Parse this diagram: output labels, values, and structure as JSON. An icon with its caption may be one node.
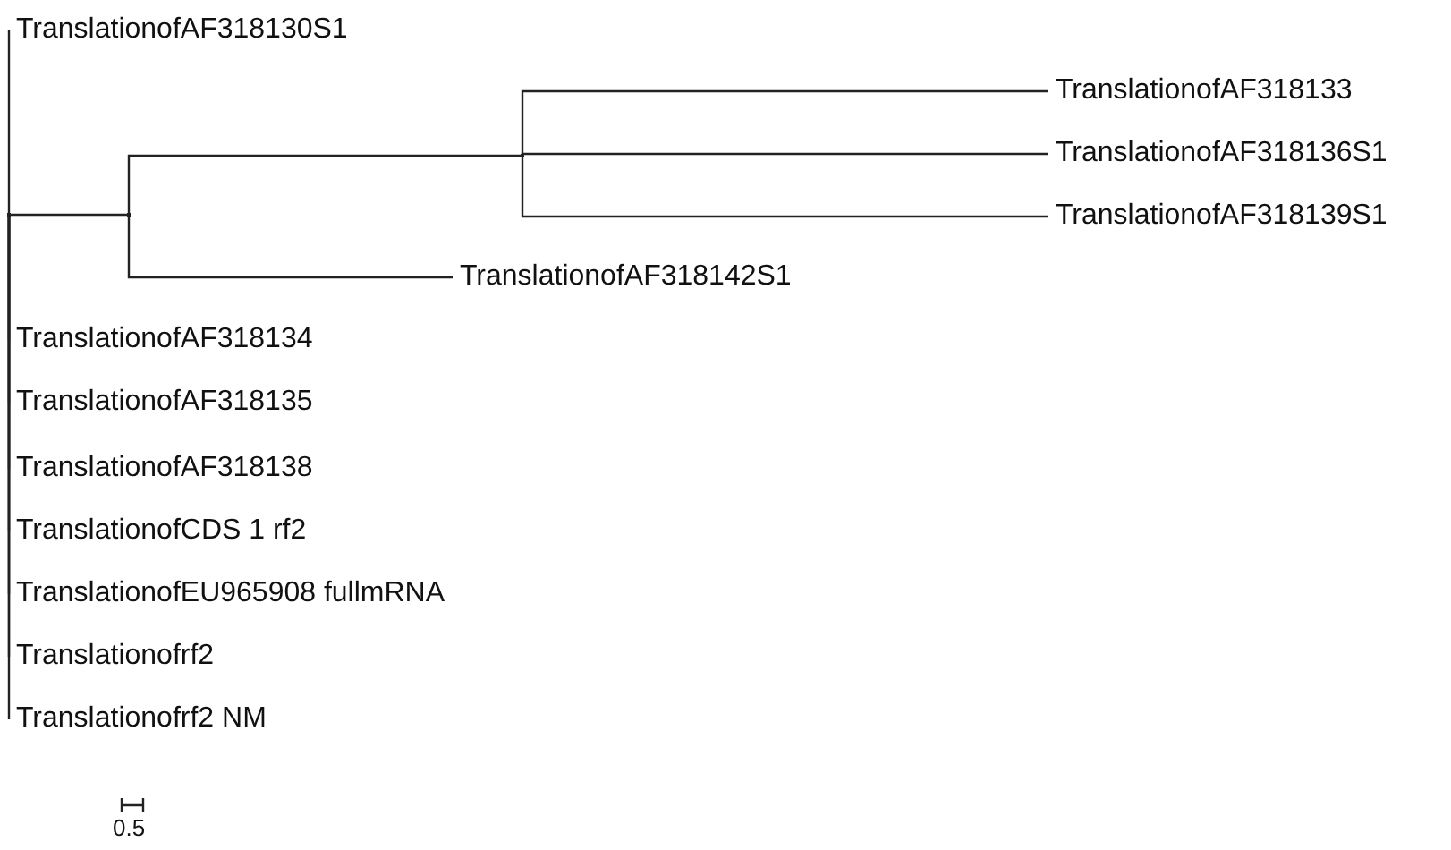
{
  "diagram": {
    "nodes": [
      {
        "text": [
          "TranslationofAF318130S1"
        ]
      },
      {
        "text": [],
        "shape": "point"
      },
      {
        "text": [],
        "shape": "point"
      },
      {
        "text": [],
        "shape": "point"
      },
      {
        "text": [
          "TranslationofAF318133"
        ]
      },
      {
        "text": [
          "TranslationofAF318136S1"
        ]
      },
      {
        "text": [
          "TranslationofAF318139S1"
        ]
      },
      {
        "text": [
          "TranslationofAF318142S1"
        ]
      },
      {
        "text": [
          "TranslationofAF318134"
        ]
      },
      {
        "text": [
          "TranslationofAF318135"
        ]
      },
      {
        "text": [
          "TranslationofAF318138"
        ]
      },
      {
        "text": [
          "TranslationofCDS 1 rf2"
        ]
      },
      {
        "text": [
          "TranslationofEU965908 fullmRNA"
        ]
      },
      {
        "text": [
          "Translationofrf2"
        ]
      },
      {
        "text": [
          "Translationofrf2 NM"
        ]
      }
    ],
    "edges": [
      {
        "from": 1,
        "to": 0,
        "arrow": "none"
      },
      {
        "from": 1,
        "to": 2,
        "arrow": "none"
      },
      {
        "from": 2,
        "to": 3,
        "arrow": "none"
      },
      {
        "from": 3,
        "to": 4,
        "arrow": "none"
      },
      {
        "from": 3,
        "to": 5,
        "arrow": "none"
      },
      {
        "from": 3,
        "to": 6,
        "arrow": "none"
      },
      {
        "from": 2,
        "to": 7,
        "arrow": "none"
      },
      {
        "from": 1,
        "to": 8,
        "arrow": "none"
      },
      {
        "from": 1,
        "to": 9,
        "arrow": "none"
      },
      {
        "from": 1,
        "to": 10,
        "arrow": "none"
      },
      {
        "from": 1,
        "to": 11,
        "arrow": "none"
      },
      {
        "from": 1,
        "to": 12,
        "arrow": "none"
      },
      {
        "from": 1,
        "to": 13,
        "arrow": "none"
      },
      {
        "from": 1,
        "to": 14,
        "arrow": "none"
      }
    ],
    "labels": [
      "0.5"
    ]
  }
}
